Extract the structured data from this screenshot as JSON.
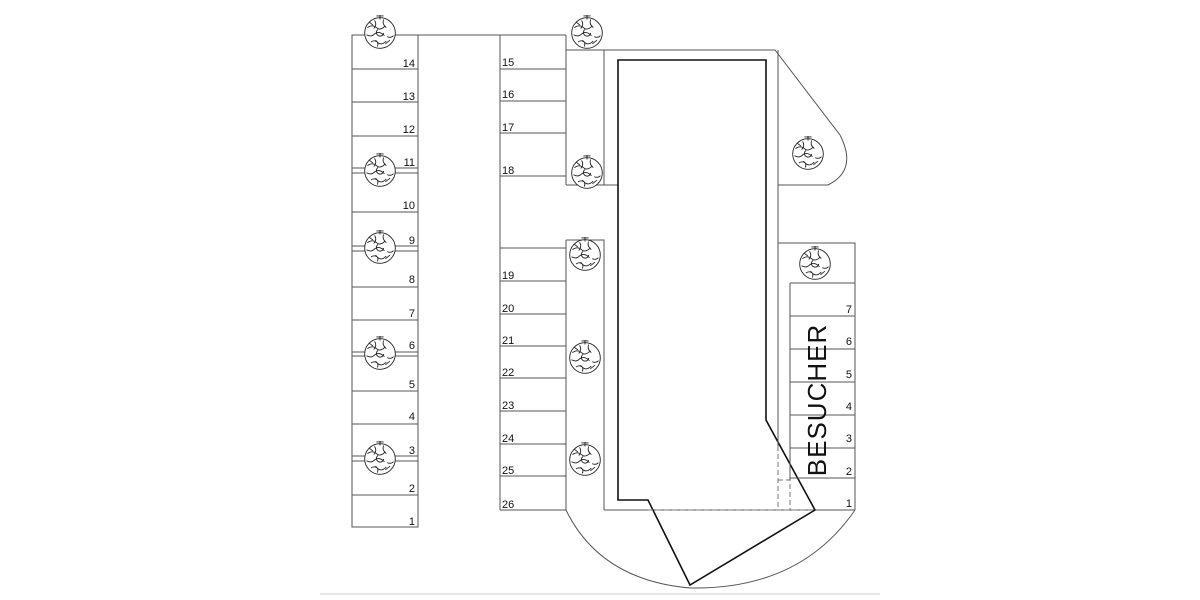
{
  "left_row": {
    "labels": [
      "14",
      "13",
      "12",
      "11",
      "10",
      "9",
      "8",
      "7",
      "6",
      "5",
      "4",
      "3",
      "2",
      "1"
    ]
  },
  "middle_row_top": {
    "labels": [
      "15",
      "16",
      "17",
      "18"
    ]
  },
  "middle_row_bottom": {
    "labels": [
      "19",
      "20",
      "21",
      "22",
      "23",
      "24",
      "25",
      "26"
    ]
  },
  "visitor_area": {
    "title": "BESUCHER",
    "labels": [
      "7",
      "6",
      "5",
      "4",
      "3",
      "2",
      "1"
    ]
  },
  "icons": {
    "tree": "tree-symbol"
  }
}
